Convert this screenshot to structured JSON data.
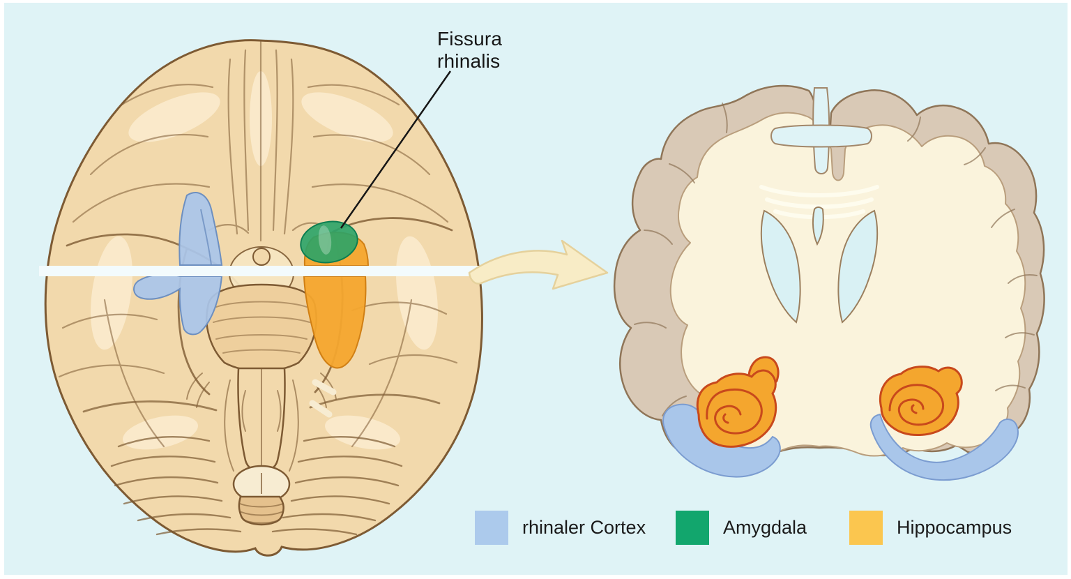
{
  "panel": {
    "background": "#dff3f6",
    "border_color": "#ffffff"
  },
  "annotation": {
    "line1": "Fissura",
    "line2": "rhinalis"
  },
  "legend": {
    "items": [
      {
        "label": "rhinaler Cortex",
        "color": "#accaec"
      },
      {
        "label": "Amygdala",
        "color": "#12a66d"
      },
      {
        "label": "Hippocampus",
        "color": "#fbc64f"
      }
    ]
  },
  "palette": {
    "brain_fill": "#f2d9ac",
    "brain_outline": "#7d5a33",
    "cortex_ribbon": "#d9c9b6",
    "cortex_outline": "#8f7558",
    "white_matter": "#faf3dc",
    "rhinal_cortex_region": "#a9c6ea",
    "rhinal_cortex_edge": "#6d8fc0",
    "amygdala_region": "#2aa368",
    "amygdala_edge": "#0c7d51",
    "hippocampus_region": "#f4a62e",
    "hippocampus_outline": "#c8491c",
    "ventricle_fill": "#d9f1f4",
    "section_plane": "#f3fbfd",
    "arrow_fill": "#f8ecc6",
    "arrow_outline": "#e5d19c",
    "label_color": "#161616"
  }
}
